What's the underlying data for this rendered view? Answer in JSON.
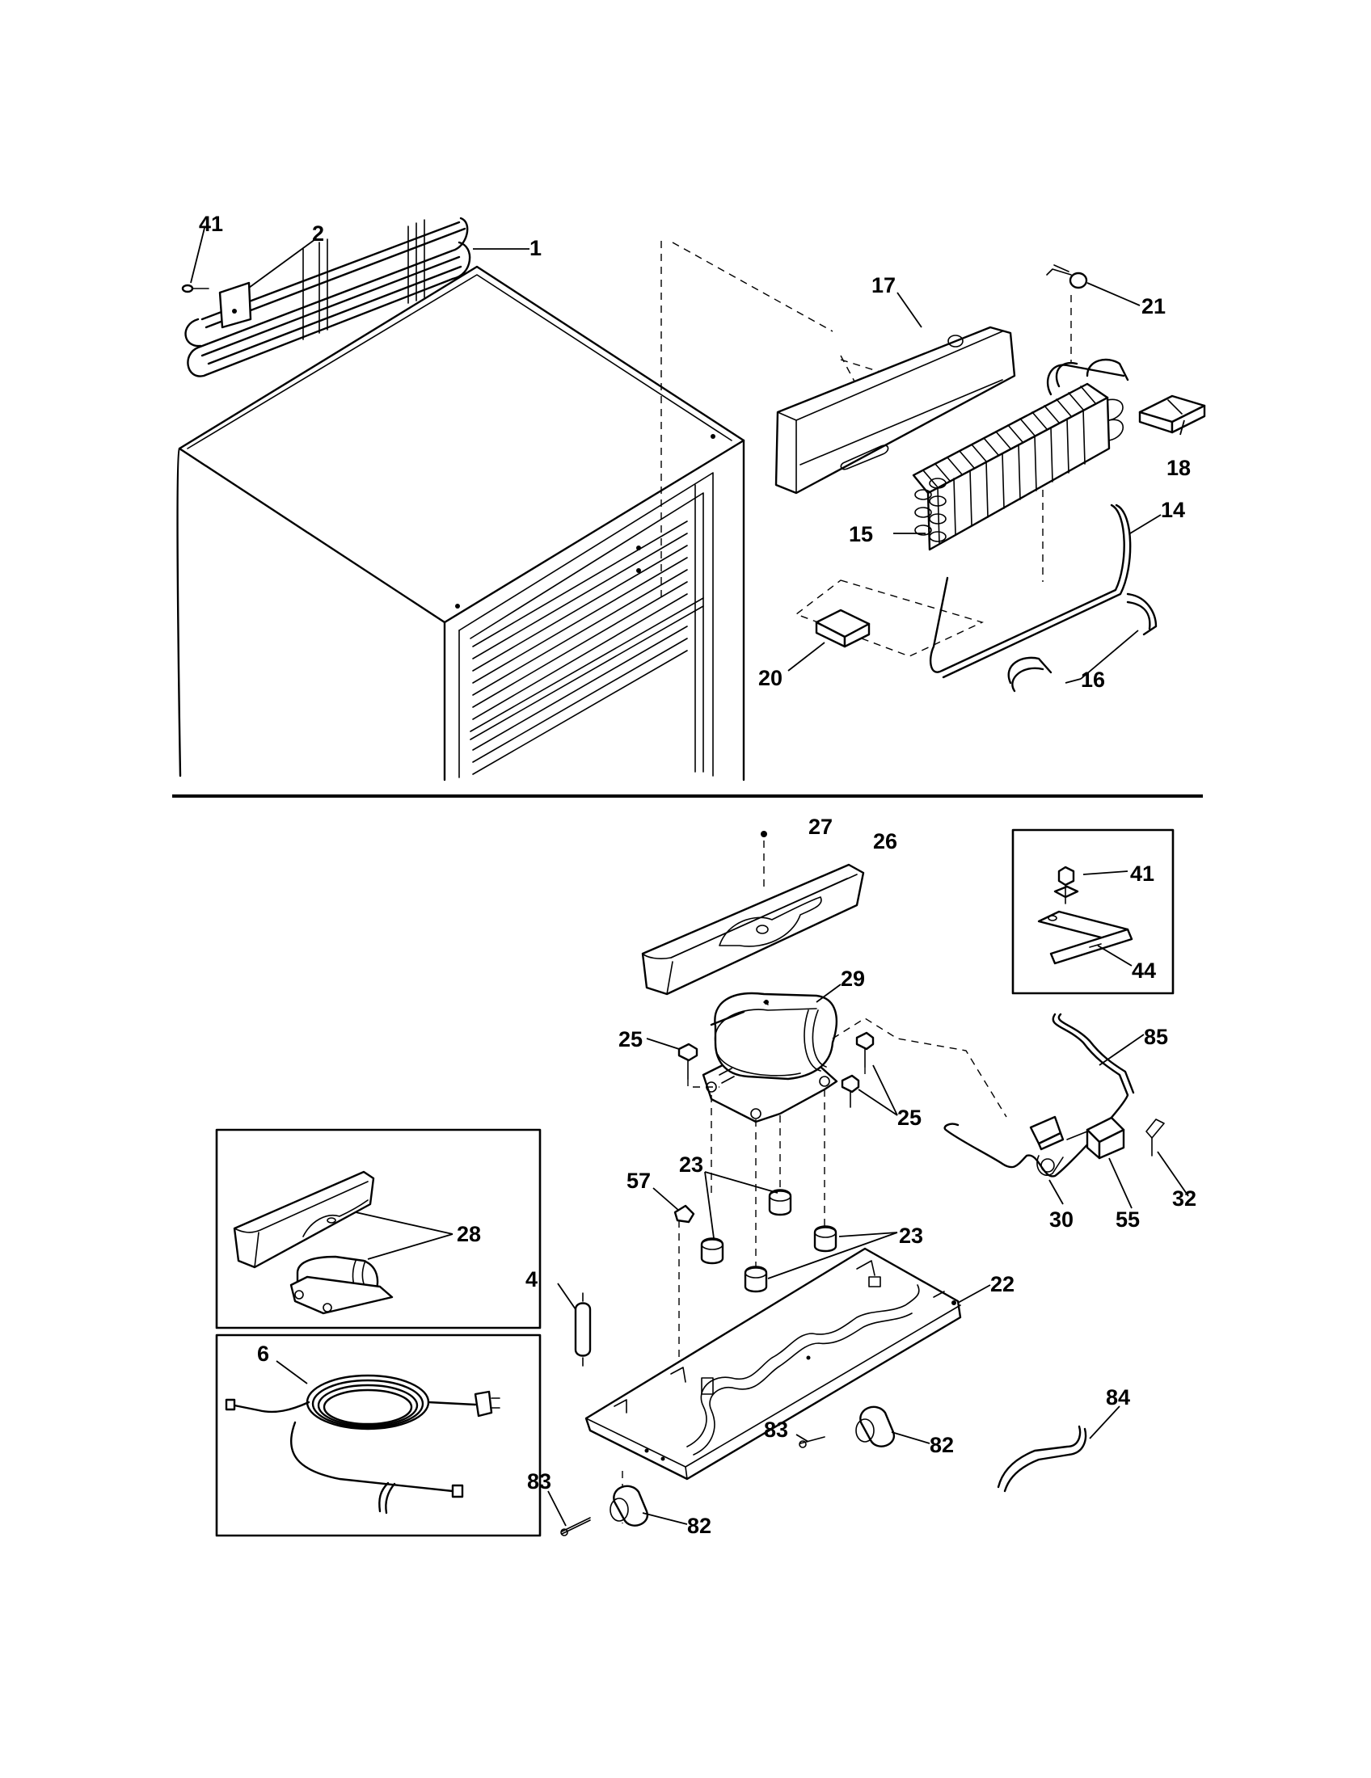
{
  "labels": {
    "p1": "1",
    "p2": "2",
    "p4": "4",
    "p6": "6",
    "p14": "14",
    "p15": "15",
    "p16": "16",
    "p17": "17",
    "p18": "18",
    "p20": "20",
    "p21": "21",
    "p22": "22",
    "p23": "23",
    "p25": "25",
    "p26": "26",
    "p27": "27",
    "p28": "28",
    "p29": "29",
    "p30": "30",
    "p32": "32",
    "p41": "41",
    "p44": "44",
    "p55": "55",
    "p57": "57",
    "p82": "82",
    "p83": "83",
    "p84": "84",
    "p85": "85"
  }
}
